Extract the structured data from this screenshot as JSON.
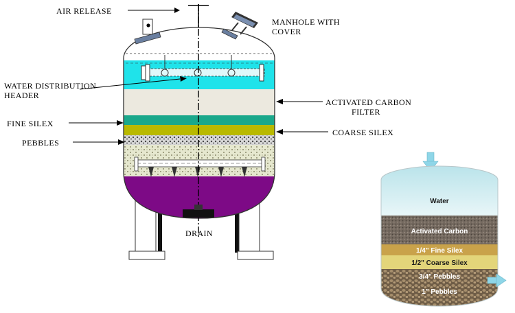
{
  "labels": {
    "air_release": "AIR RELEASE",
    "manhole_line1": "MANHOLE WITH",
    "manhole_line2": "COVER",
    "water_dist_line1": "WATER DISTRIBUTION",
    "water_dist_line2": "HEADER",
    "activated_line1": "ACTIVATED CARBON",
    "activated_line2": "FILTER",
    "fine_silex": "FINE SILEX",
    "coarse_silex": "COARSE SILEX",
    "pebbles": "PEBBLES",
    "drain": "DRAIN"
  },
  "layers": [
    {
      "label": "Water",
      "color": "#cfe9ec"
    },
    {
      "label": "Activated Carbon",
      "color": "#7a6e63"
    },
    {
      "label": "1/4\" Fine Silex",
      "color": "#c9a24a"
    },
    {
      "label": "1/2\" Coarse Silex",
      "color": "#e3d57a"
    },
    {
      "label": "3/4\" Pebbles",
      "color": "#8f7a5e"
    },
    {
      "label": "1\" Pebbles",
      "color": "#7d6a52"
    }
  ],
  "colors": {
    "cyan_zone": "#1fe3ea",
    "carbon_zone": "#ece9df",
    "fine_silex": "#1aa88b",
    "coarse_silex": "#b9b900",
    "bottom_dish": "#7d0a86",
    "arrow": "#8ed6e8"
  },
  "icons": [
    "air-release-valve-icon",
    "manhole-cover-icon",
    "inlet-arrow-icon",
    "outlet-arrow-icon"
  ]
}
